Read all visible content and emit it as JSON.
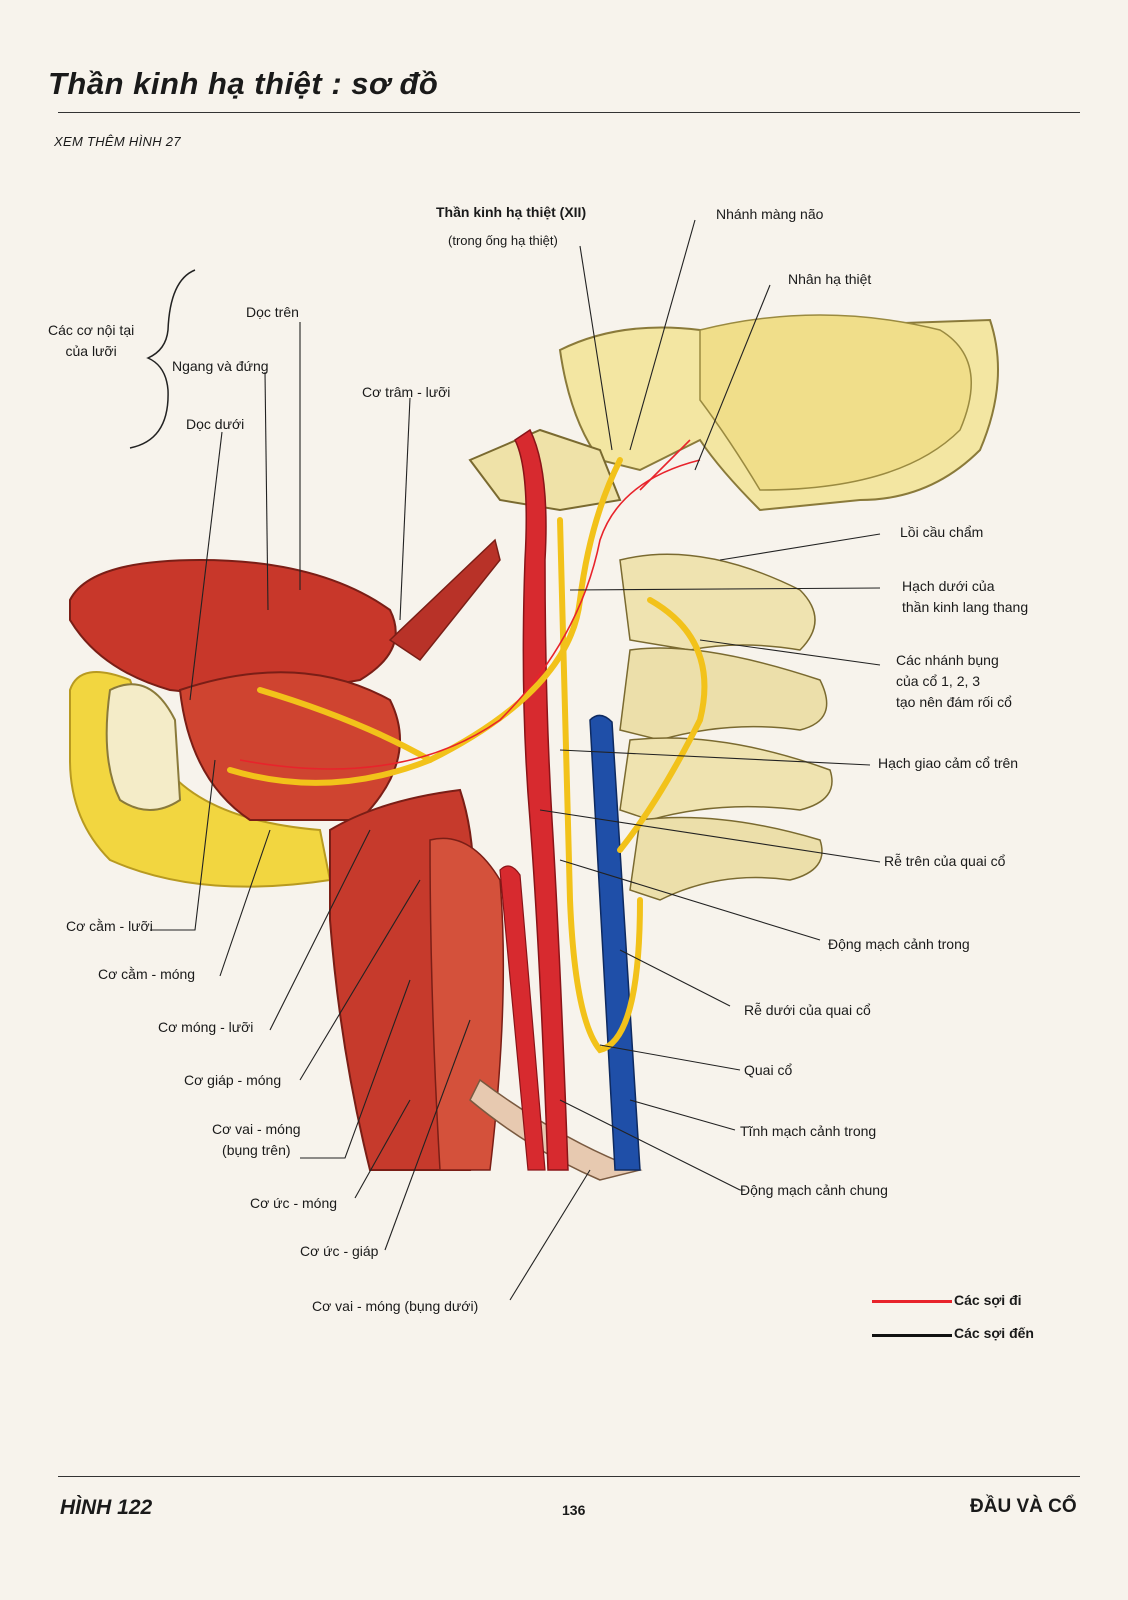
{
  "page_title": "Thần kinh hạ thiệt : sơ đồ",
  "see_also": "XEM THÊM HÌNH 27",
  "labels": {
    "hypoglossal_nerve": "Thần kinh hạ thiệt (XII)",
    "hypoglossal_canal": "(trong ống hạ thiệt)",
    "meningeal_branch": "Nhánh màng não",
    "hypoglossal_nucleus": "Nhân hạ thiệt",
    "intrinsic_muscles": "Các cơ nội tại\ncủa lưỡi",
    "superior_longitudinal": "Dọc trên",
    "transverse_vertical": "Ngang và đứng",
    "inferior_longitudinal": "Dọc dưới",
    "styloglossus": "Cơ trâm - lưỡi",
    "occipital_condyle": "Lồi cầu chẩm",
    "inferior_vagal_ganglion": "Hạch dưới của\nthần kinh lang thang",
    "ventral_rami": "Các nhánh bụng\ncủa cổ 1, 2, 3\ntạo nên đám rối cổ",
    "superior_cervical_ganglion": "Hạch giao cảm cổ trên",
    "superior_root_ansa": "Rễ trên của quai cổ",
    "internal_carotid": "Động mạch cảnh trong",
    "inferior_root_ansa": "Rễ dưới của quai cổ",
    "ansa_cervicalis": "Quai cổ",
    "internal_jugular": "Tĩnh mạch cảnh trong",
    "common_carotid": "Động mạch cảnh chung",
    "genioglossus": "Cơ cằm - lưỡi",
    "geniohyoid": "Cơ cằm - móng",
    "hyoglossus": "Cơ móng - lưỡi",
    "thyrohyoid": "Cơ giáp - móng",
    "omohyoid_superior": "Cơ vai - móng\n(bụng trên)",
    "sternohyoid": "Cơ ức - móng",
    "sternothyroid": "Cơ ức - giáp",
    "omohyoid_inferior": "Cơ vai - móng (bụng dưới)"
  },
  "legend": {
    "efferent": "Các sợi đi",
    "afferent": "Các sợi đến",
    "efferent_color": "#e8232b",
    "afferent_color": "#111111"
  },
  "footer": {
    "figure": "HÌNH 122",
    "page_number": "136",
    "section": "ĐẦU VÀ CỔ"
  },
  "colors": {
    "muscle": "#c8372a",
    "nerve": "#f2c21a",
    "artery": "#d72a2f",
    "vein": "#1f4fa8",
    "bone": "#f3e6a2"
  }
}
